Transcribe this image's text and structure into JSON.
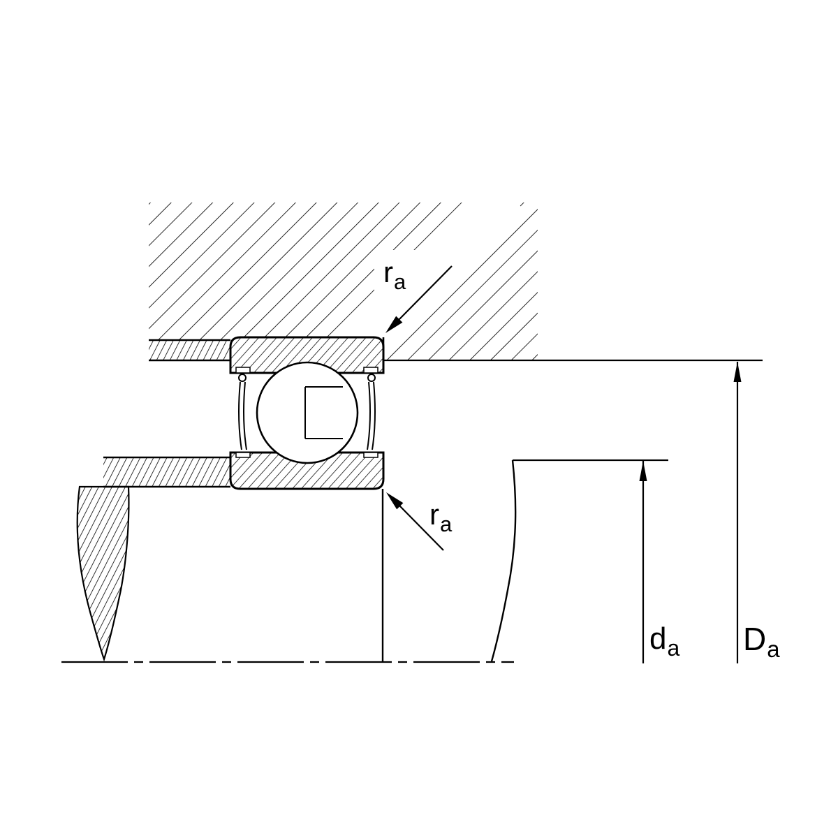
{
  "diagram": {
    "labels": {
      "fillet_radius_top": {
        "main": "r",
        "sub": "a"
      },
      "fillet_radius_bottom": {
        "main": "r",
        "sub": "a"
      },
      "shaft_abutment_diameter": {
        "main": "d",
        "sub": "a"
      },
      "housing_abutment_diameter": {
        "main": "D",
        "sub": "a"
      }
    },
    "colors": {
      "ink": "#000000",
      "background": "#ffffff"
    }
  }
}
